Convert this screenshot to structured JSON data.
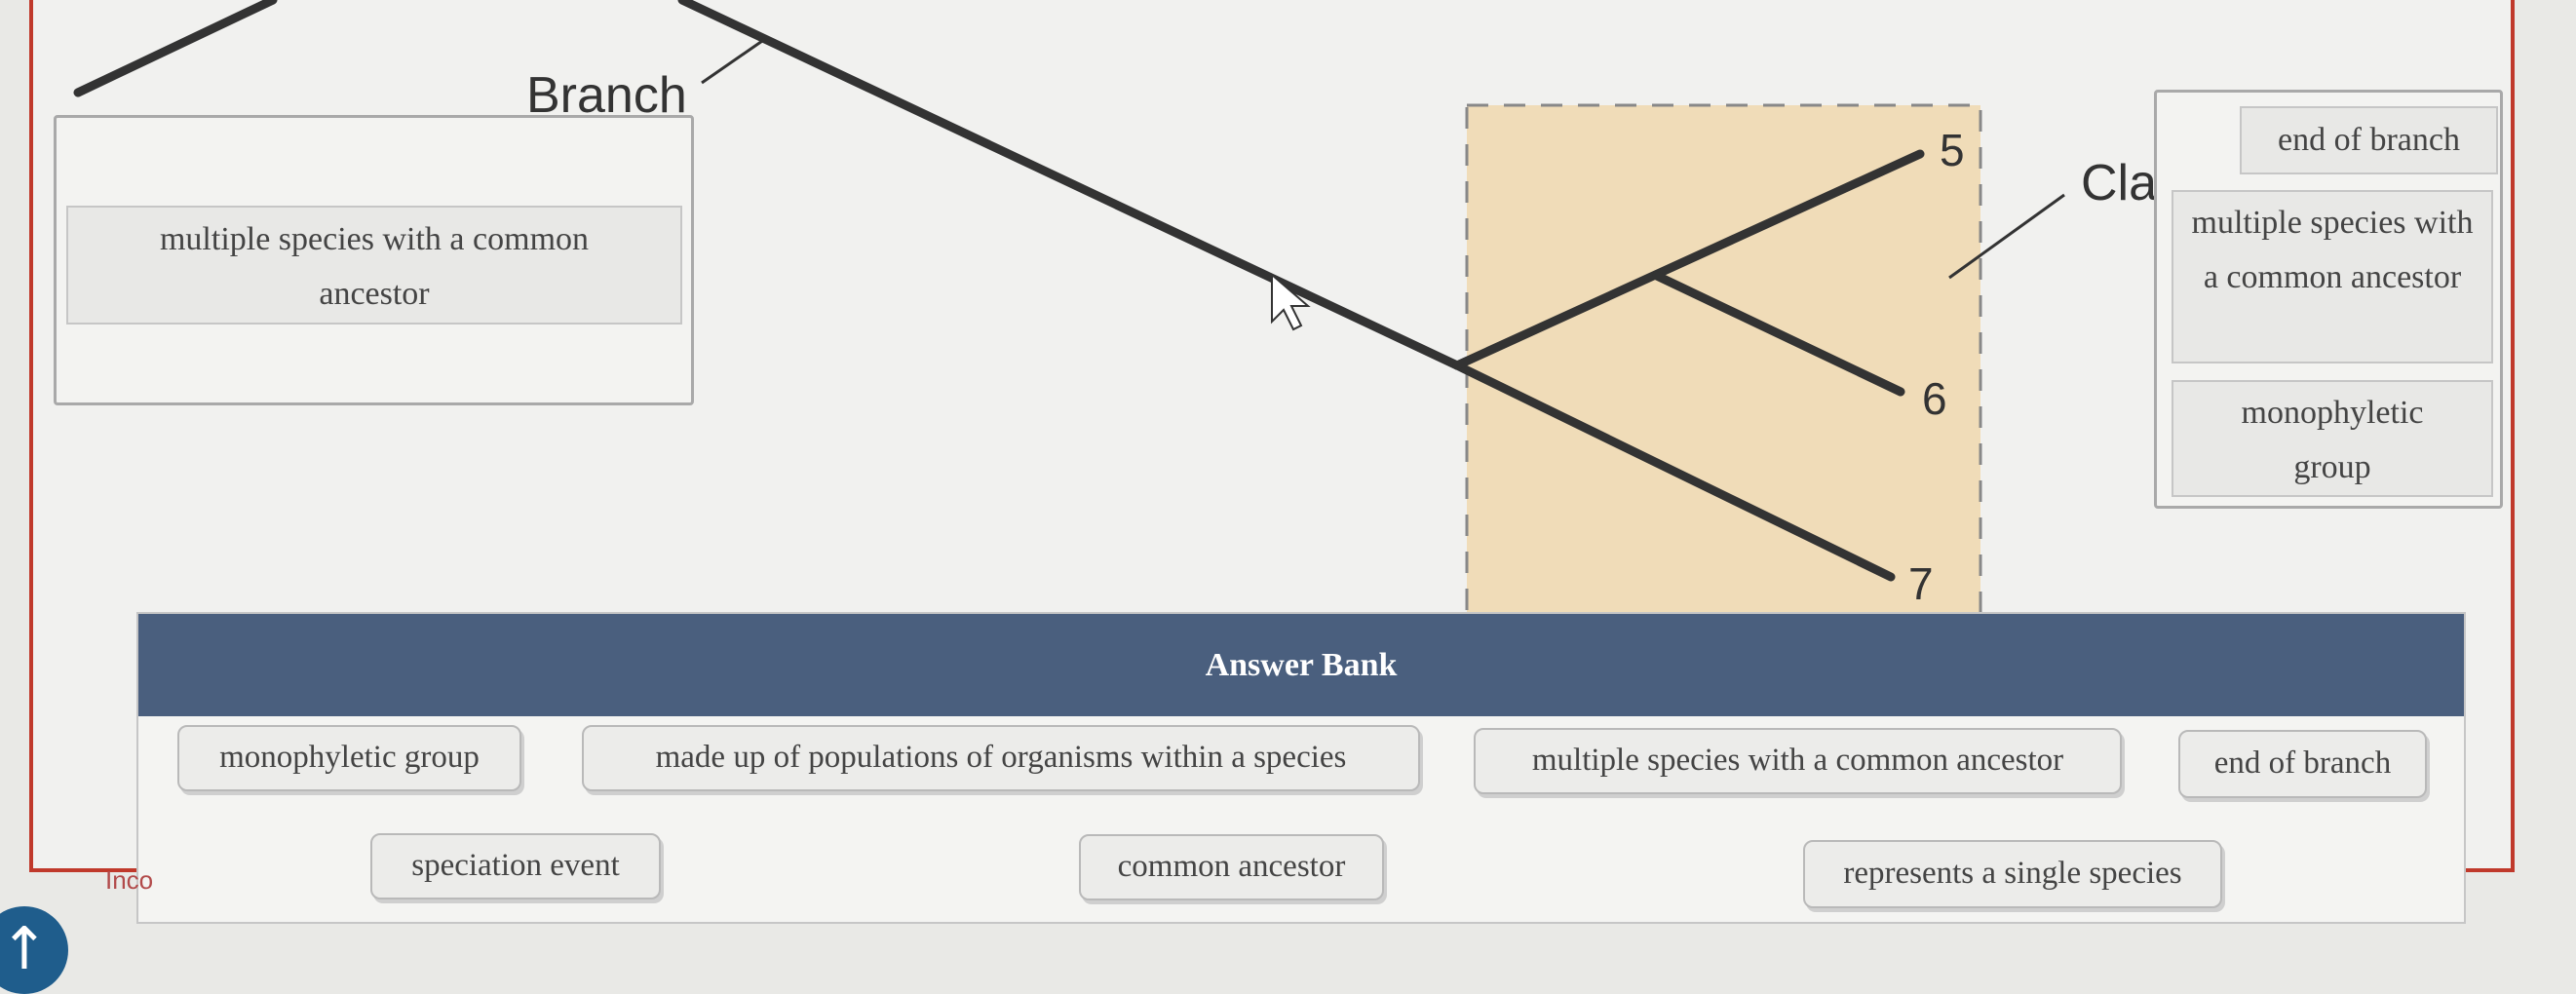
{
  "diagram": {
    "labels": {
      "branch": "Branch",
      "clade": "Clade"
    },
    "tips": [
      "5",
      "6",
      "7"
    ]
  },
  "left_dropbox": {
    "placed": "multiple species with a common ancestor"
  },
  "right_dropbox": {
    "placed": [
      "end of branch",
      "multiple species with a common ancestor",
      "monophyletic group"
    ]
  },
  "answer_bank": {
    "title": "Answer Bank",
    "items": [
      "monophyletic group",
      "made up of populations of organisms within a species",
      "multiple species with a common ancestor",
      "end of branch",
      "speciation event",
      "common ancestor",
      "represents a single species"
    ]
  },
  "status": {
    "incorrect": "Inco"
  },
  "colors": {
    "accent_red": "#c0392b",
    "bank_header": "#4a5f7e",
    "clade_fill": "#f0dcb8"
  }
}
